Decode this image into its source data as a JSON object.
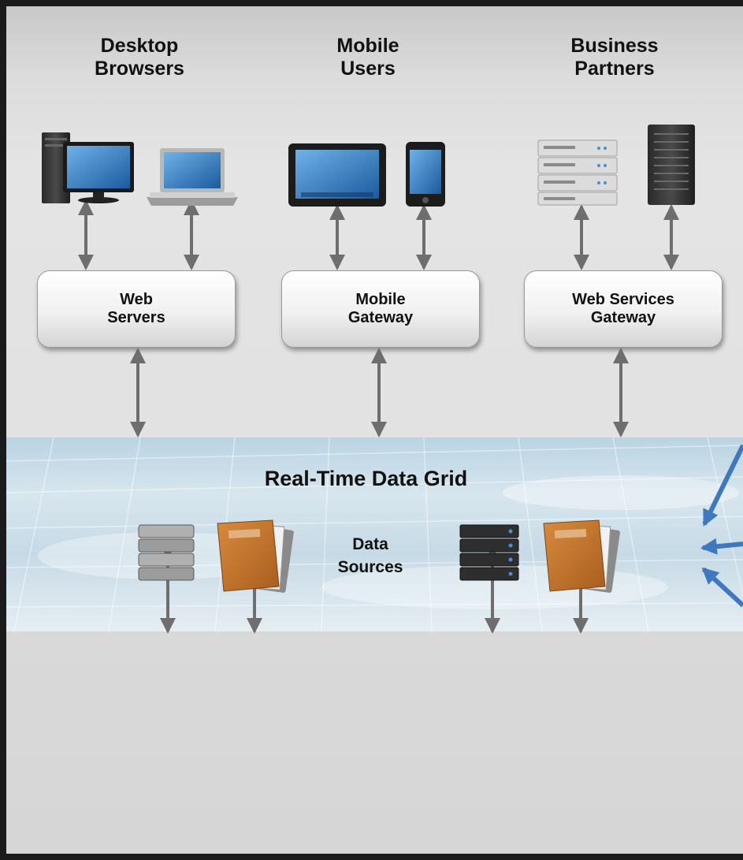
{
  "groups": {
    "desktop": "Desktop\nBrowsers",
    "mobile": "Mobile\nUsers",
    "partners": "Business\nPartners"
  },
  "boxes": {
    "web_servers": "Web\nServers",
    "mobile_gateway": "Mobile\nGateway",
    "web_services_gateway": "Web Services\nGateway"
  },
  "grid": {
    "title": "Real-Time Data Grid"
  },
  "data_sources": {
    "label": "Data\nSources"
  },
  "icons": [
    "desktop-computer-icon",
    "laptop-icon",
    "tablet-icon",
    "smartphone-icon",
    "server-rack-icon",
    "tower-server-icon",
    "database-icon",
    "document-folder-icon",
    "dark-server-icon",
    "document-folder-icon"
  ],
  "colors": {
    "arrow": "#6e6e6e",
    "accent_arrow": "#3f78bf",
    "folder": "#c9782e",
    "background": "#1b1b1b"
  }
}
